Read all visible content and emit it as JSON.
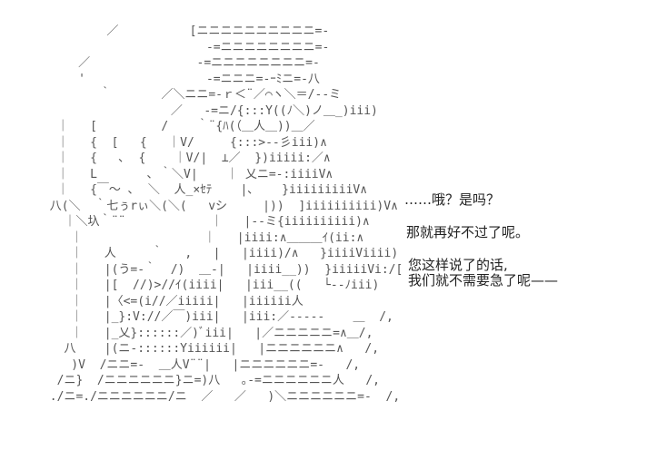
{
  "colors": {
    "background": "#ffffff",
    "art_stroke": "#555555",
    "dialogue_text": "#222222"
  },
  "art": {
    "lines": [
      "               ／          [ニニニニニニニニニニ=-",
      "                             -=ニニニニニニニニ=-",
      "           ／               -=ニニニニニニニニ=-",
      "           '                 -=ニニニ=-ｰﾐニ=-八",
      "              ｀       ／＼ニニ=-ｒ＜¨／⌒ヽ＼＝/--ミ",
      "                        ／   -=ニ/{:::Y((ﾉ＼)ノ＿_)iii)",
      "        ｜   [         /    ｀¨{ﾊ(（＿人＿))＿／",
      "        ｜   {  [   {   ｜V/     {:::>--彡iii)∧",
      "        ｜   {   ､  {    ｜V/|  ⊥／  })iiiii:／∧",
      "        ｜   L       ､ ｀＼V|    ｜ 乂ニ=-:iiiiV∧",
      "        ｜   {￣～ ､  ＼  人_×ｾﾃ    |､    }iiiiiiiiiV∧",
      "       八(＼  ｀七ぅrぃ＼(＼(   vシ     |))  ]iiiiiiiiii)V∧",
      "         ｜＼圦｀¨¨            ｜   |--ミ{iiiiiiiiii)∧",
      "          ｜                 ｜   |iiii:∧＿＿＿ｲ(ii:∧",
      "          ｜   人     ｀   ,   |   |iiii)/∧   }iiiiViiii)",
      "          ｜   |(う=-｀  /)  ＿-|   |iiii__))  }iiiiiVi:/[",
      "          ｜   |[  //)>//ｲ(iiii|   |iii__((   └--ﾉiii)",
      "          ｜   |〈<=(i//／iiiii|   |iiiiii人",
      "          ｜   |_}:V://／￣)iii|   |iii:／-----    ＿  /,",
      "          ｜   |_乂}::::::／)ﾞiii|   |／ニニニニニ=∧＿/,",
      "         八    |(ニ-::::::Yiiiiii|   |ニニニニニニ∧   /,",
      "          )V  /ニニ=-  ＿人V¨¨|   |ニニニニニニ=-   /,",
      "        /ニ}  /ニニニニニニ}ニ=)八   ｡-=ニニニニニニ人   /,",
      "       ./ニ=./ニニニニニニ/ニ  ／   ／   )＼ニニニニニニ=-  /,"
    ]
  },
  "dialogue": [
    {
      "text": "……哦？是吗？"
    },
    {
      "text": "那就再好不过了呢。"
    },
    {
      "text": "您这样说了的话,"
    },
    {
      "text": "我们就不需要急了呢——"
    }
  ]
}
